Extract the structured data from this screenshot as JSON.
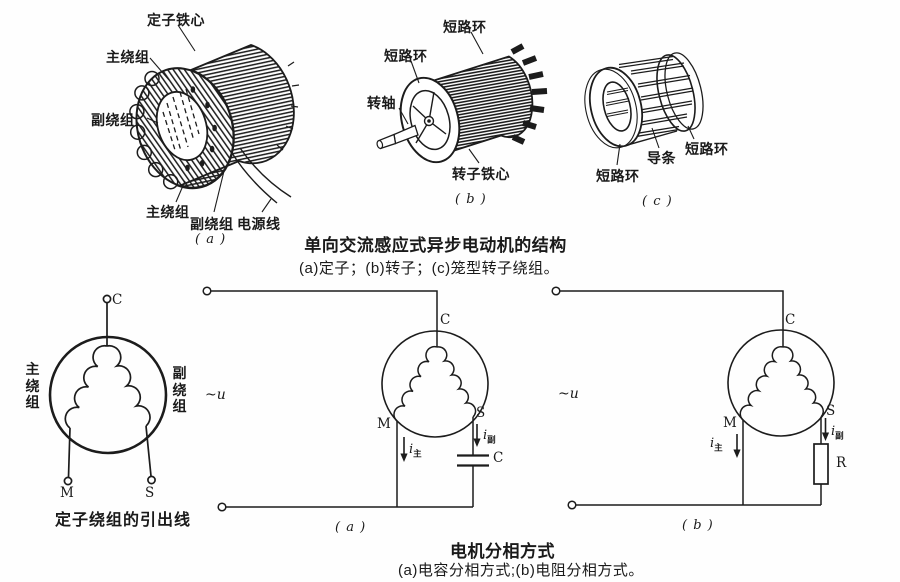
{
  "colors": {
    "ink": "#1c1c1c",
    "text": "#1a1a1a",
    "paper": "#ffffff"
  },
  "motor_structure": {
    "caption_title": "单向交流感应式异步电动机的结构",
    "caption_sub": "(a)定子；(b)转子；(c)笼型转子绕组。",
    "stator": {
      "core": "定子铁心",
      "main_top": "主绕组",
      "aux_left": "副绕组",
      "main_bottom": "主绕组",
      "aux_bottom": "副绕组",
      "power_line": "电源线",
      "tag": "( a )"
    },
    "rotor": {
      "ring_top": "短路环",
      "ring_left": "短路环",
      "shaft": "转轴",
      "core": "转子铁心",
      "tag": "( b )"
    },
    "cage": {
      "bar": "导条",
      "ring_right": "短路环",
      "ring_left": "短路环",
      "tag": "( c )"
    }
  },
  "phase_split": {
    "caption_title": "电机分相方式",
    "caption_sub": "(a)电容分相方式;(b)电阻分相方式。",
    "leadout": {
      "main_winding": "主绕组",
      "aux_winding": "副绕组",
      "c": "C",
      "m": "M",
      "s": "S",
      "caption": "定子绕组的引出线"
    },
    "circuit_a": {
      "source": "~u",
      "c": "C",
      "m": "M",
      "s": "S",
      "i": "i",
      "i_main_sub": "主",
      "i_aux_sub": "副",
      "component": "C",
      "tag": "( a )"
    },
    "circuit_b": {
      "source": "~u",
      "c": "C",
      "m": "M",
      "s": "S",
      "i": "i",
      "i_main_sub": "主",
      "i_aux_sub": "副",
      "component": "R",
      "tag": "( b )"
    }
  }
}
